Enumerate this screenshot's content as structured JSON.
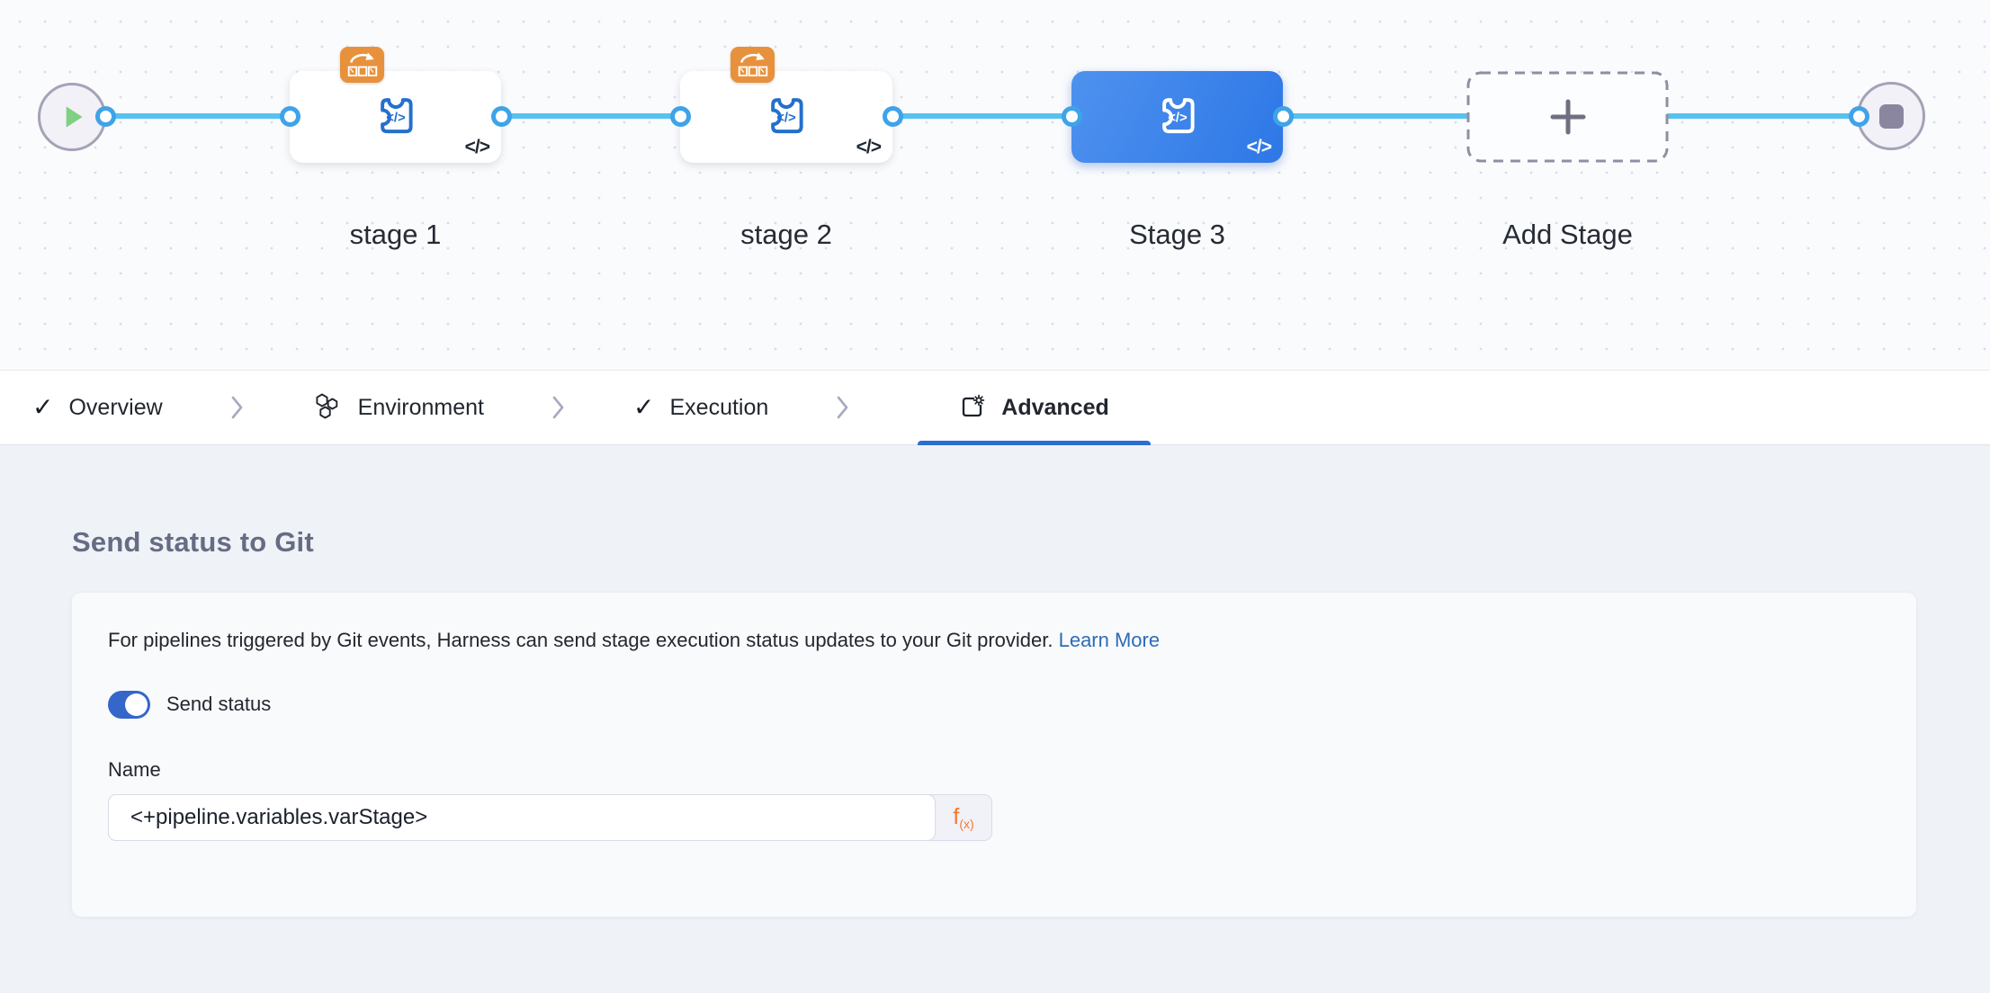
{
  "canvas": {
    "stages": [
      {
        "label": "stage 1",
        "selected": false,
        "template_badge": true
      },
      {
        "label": "stage 2",
        "selected": false,
        "template_badge": true
      },
      {
        "label": "Stage 3",
        "selected": true,
        "template_badge": false
      }
    ],
    "add_stage_label": "Add Stage",
    "stage_icon_glyph": "</>",
    "code_toggle_glyph": "</>"
  },
  "tabs": [
    {
      "label": "Overview",
      "icon": "check-icon",
      "completed": true,
      "active": false
    },
    {
      "label": "Environment",
      "icon": "hexagons-icon",
      "completed": false,
      "active": false
    },
    {
      "label": "Execution",
      "icon": "check-icon",
      "completed": true,
      "active": false
    },
    {
      "label": "Advanced",
      "icon": "page-settings-icon",
      "completed": false,
      "active": true
    }
  ],
  "icons": {
    "check": "✓"
  },
  "panel": {
    "title": "Send status to Git",
    "description": "For pipelines triggered by Git events, Harness can send stage execution status updates to your Git provider.",
    "learn_more": "Learn More",
    "toggle_label": "Send status",
    "toggle_on": true,
    "name_label": "Name",
    "name_value": "<+pipeline.variables.varStage>",
    "expression_f": "f",
    "expression_sub": "(x)"
  },
  "colors": {
    "accent_blue": "#2B6FD2",
    "selected_stage_gradient_start": "#4E92EF",
    "selected_stage_gradient_end": "#2E77E6",
    "connector_blue": "#57C1EF",
    "port_ring_blue": "#3FA3E8",
    "template_badge_orange": "#E8913C",
    "toggle_on_blue": "#3566C9",
    "link_blue": "#2E6CB5",
    "expression_orange": "#F4782E"
  }
}
